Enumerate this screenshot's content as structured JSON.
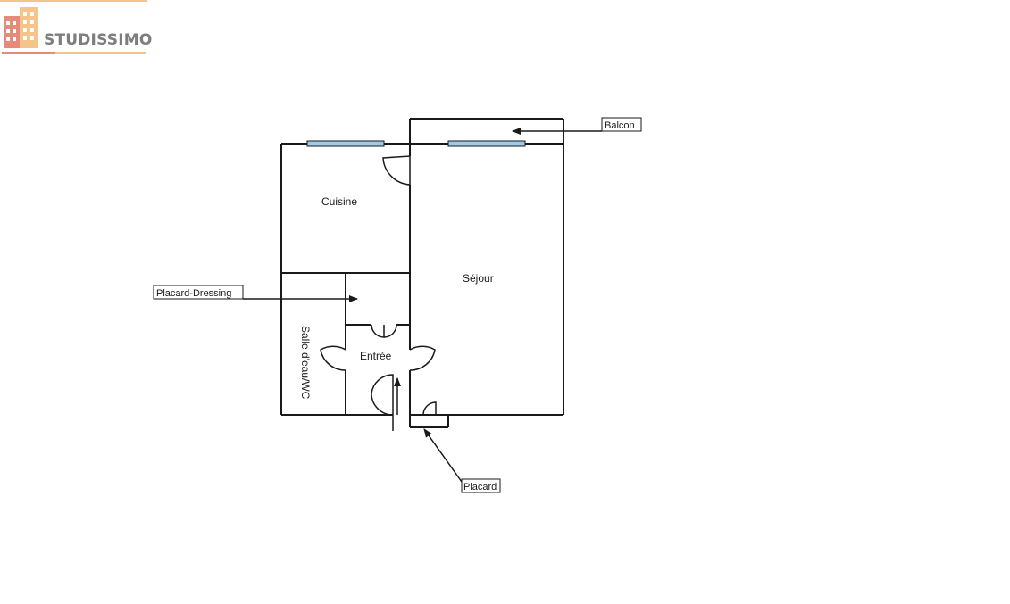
{
  "logo": {
    "text": "STUDISSIMO",
    "colors": [
      "#e88a7a",
      "#f4c48a",
      "#7d7d7d"
    ]
  },
  "rooms": {
    "cuisine": "Cuisine",
    "sejour": "Séjour",
    "entree": "Entrée",
    "salle_eau": "Salle d'eau/WC"
  },
  "callouts": {
    "balcon": "Balcon",
    "placard_dressing": "Placard-Dressing",
    "placard": "Placard"
  },
  "colors": {
    "window": "#9fcbe8",
    "wall": "#1a1a1a"
  }
}
